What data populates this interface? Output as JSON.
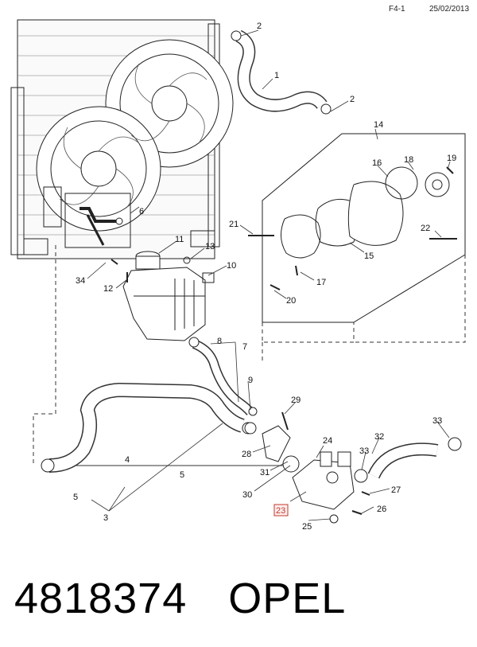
{
  "header": {
    "ref": "F4-1",
    "date": "25/02/2013"
  },
  "callouts": [
    "1",
    "2",
    "3",
    "4",
    "5",
    "6",
    "7",
    "8",
    "9",
    "10",
    "11",
    "12",
    "13",
    "14",
    "15",
    "16",
    "17",
    "18",
    "19",
    "20",
    "21",
    "22",
    "23",
    "24",
    "25",
    "26",
    "27",
    "28",
    "29",
    "30",
    "31",
    "32",
    "33",
    "34"
  ],
  "highlight_callout": "23",
  "highlight_color": "#c0392b",
  "footer": {
    "part_number": "4818374",
    "brand": "OPEL"
  }
}
